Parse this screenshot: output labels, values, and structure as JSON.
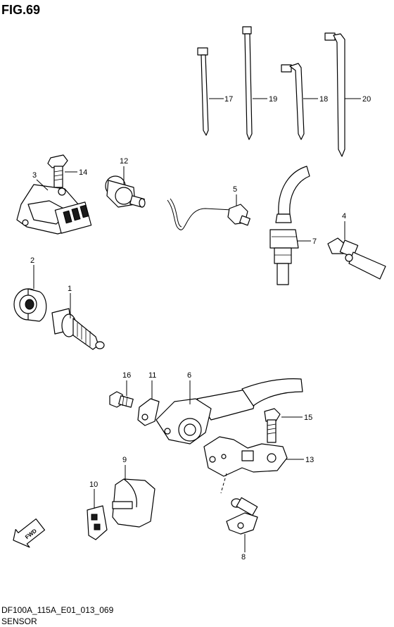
{
  "figure": {
    "title": "FIG.69",
    "footer_code": "DF100A_115A_E01_013_069",
    "footer_name": "SENSOR",
    "fwd_label": "FWD"
  },
  "callouts": {
    "c1": "1",
    "c2": "2",
    "c3": "3",
    "c4": "4",
    "c5": "5",
    "c6": "6",
    "c7": "7",
    "c8": "8",
    "c9": "9",
    "c10": "10",
    "c11": "11",
    "c12": "12",
    "c13": "13",
    "c14": "14",
    "c15": "15",
    "c16": "16",
    "c17": "17",
    "c18": "18",
    "c19": "19",
    "c20": "20"
  }
}
